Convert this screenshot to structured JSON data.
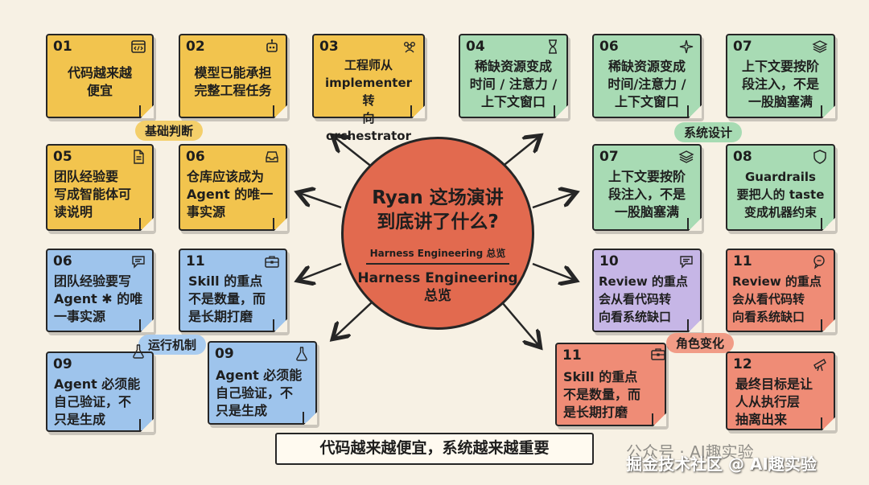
{
  "center": {
    "title": "Ryan 这场演讲\n到底讲了什么?",
    "subtitle": "Harness Engineering 总览",
    "subtitle2": "Harness Engineering\n总览"
  },
  "tags": {
    "basic": "基础判断",
    "system": "系统设计",
    "runtime": "运行机制",
    "role": "角色变化"
  },
  "notes": [
    {
      "num": "01",
      "text": "代码越来越\n便宜",
      "icon": "code-window-icon"
    },
    {
      "num": "02",
      "text": "模型已能承担\n完整工程任务",
      "icon": "robot-icon"
    },
    {
      "num": "03",
      "text": "工程师从\nimplementer 转\n向 orchestrator",
      "icon": "people-icon"
    },
    {
      "num": "04",
      "text": "稀缺资源变成\n时间 / 注意力 /\n上下文窗口",
      "icon": "hourglass-icon"
    },
    {
      "num": "06",
      "text": "稀缺资源变成\n时间/注意力 /\n上下文窗口",
      "icon": "sparkle-icon"
    },
    {
      "num": "07",
      "text": "上下文要按阶\n段注入，不是\n一股脑塞满",
      "icon": "layers-icon"
    },
    {
      "num": "05",
      "text": "团队经验要\n写成智能体可\n读说明",
      "icon": "document-icon"
    },
    {
      "num": "06",
      "text": "仓库应该成为\nAgent 的唯一\n事实源",
      "icon": "inbox-icon"
    },
    {
      "num": "07",
      "text": "上下文要按阶\n段注入，不是\n一股脑塞满",
      "icon": "layers-icon"
    },
    {
      "num": "08",
      "text": "Guardrails\n要把人的 taste\n变成机器约束",
      "icon": "shield-icon"
    },
    {
      "num": "06",
      "text": "团队经验要写\nAgent ✱ 的唯\n一事实源",
      "icon": "chat-icon"
    },
    {
      "num": "11",
      "text": "Skill 的重点\n不是数量，而\n是长期打磨",
      "icon": "toolbox-icon"
    },
    {
      "num": "10",
      "text": "Review 的重点\n会从看代码转\n向看系统缺口",
      "icon": "chat-icon"
    },
    {
      "num": "11",
      "text": "Review 的重点\n会从看代码转\n向看系统缺口",
      "icon": "chat-bubbles-icon"
    },
    {
      "num": "09",
      "text": "Agent 必须能\n自己验证，不\n只是生成",
      "icon": "flask-icon"
    },
    {
      "num": "09",
      "text": "Agent 必须能\n自己验证，不\n只是生成",
      "icon": "flask-icon"
    },
    {
      "num": "11",
      "text": "Skill 的重点\n不是数量，而\n是长期打磨",
      "icon": "toolbox-icon"
    },
    {
      "num": "12",
      "text": "最终目标是让\n人从执行层\n抽离出来",
      "icon": "telescope-icon"
    }
  ],
  "banner": "代码越来越便宜，系统越来越重要",
  "watermark": "公众号 · AI趣实验",
  "watermark2": "掘金技术社区 @ AI趣实验",
  "colors": {
    "yellow": "#f2c44e",
    "green": "#a8dbb4",
    "blue": "#9ec4ec",
    "purple": "#c6b6e6",
    "red": "#ef8c76",
    "center": "#e26a4f"
  }
}
